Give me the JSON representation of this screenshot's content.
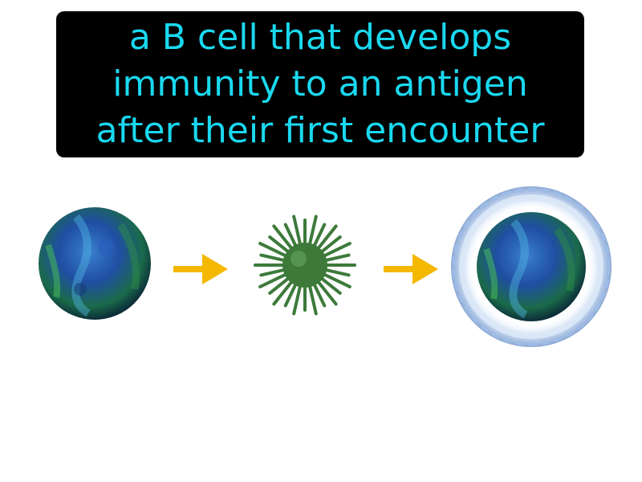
{
  "caption": {
    "lines": [
      "a B cell that develops",
      "immunity to an antigen",
      "after their first encounter"
    ]
  },
  "illustration": {
    "items": [
      {
        "icon": "b-cell-icon"
      },
      {
        "icon": "arrow-right-icon"
      },
      {
        "icon": "antigen-virus-icon"
      },
      {
        "icon": "arrow-right-icon"
      },
      {
        "icon": "memory-b-cell-icon"
      }
    ]
  },
  "colors": {
    "background": "#ffffff",
    "caption_bg": "#000000",
    "caption_text": "#1ad8ef",
    "arrow": "#f5b800",
    "cell_blue": "#1f4fa3",
    "cell_green": "#2f9a4a",
    "virus_green": "#3d7a3a",
    "shell_blue": "#b9d2ee"
  }
}
